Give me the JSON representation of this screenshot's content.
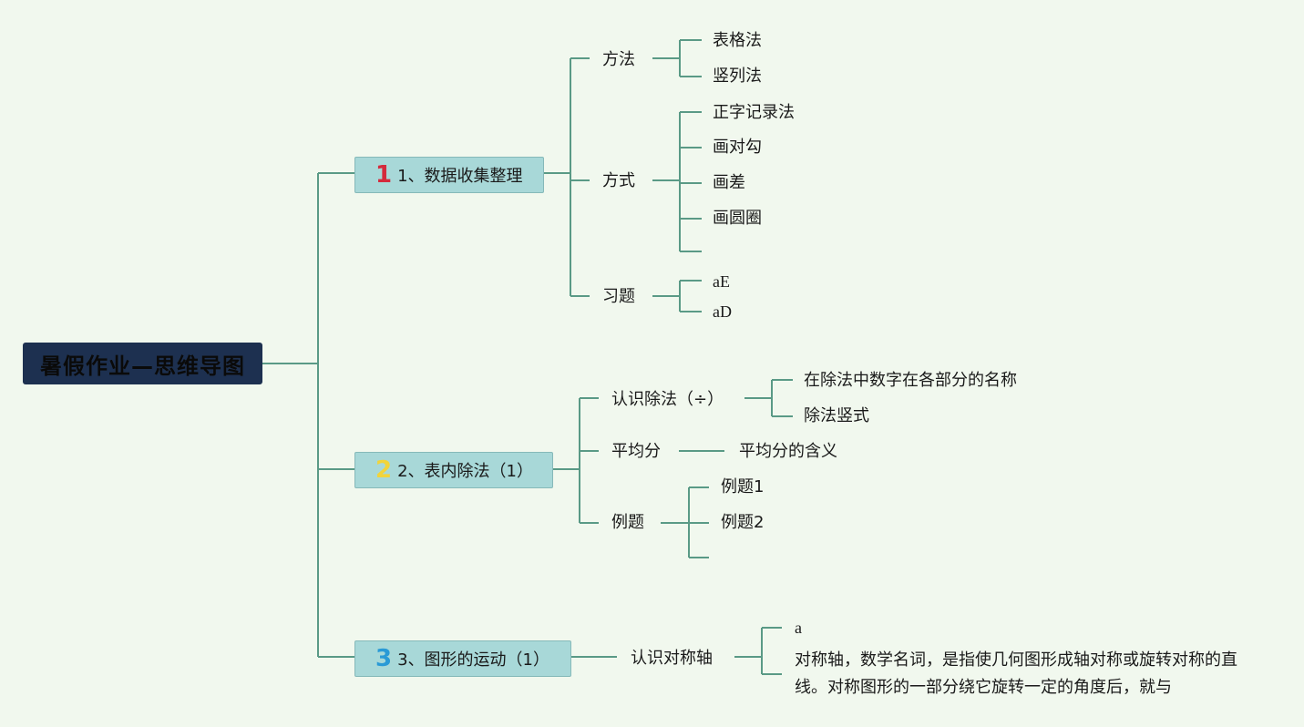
{
  "root": {
    "title": "暑假作业—思维导图"
  },
  "colors": {
    "line": "#5a9a86",
    "topic_bg": "#a8d8d8",
    "root_bg": "#1d3050",
    "num1": "#d42a3c",
    "num2": "#f2d43a",
    "num3": "#2a9ad6"
  },
  "topics": [
    {
      "number": "1",
      "label": "1、数据收集整理",
      "children": [
        {
          "label": "方法",
          "children": [
            "表格法",
            "竖列法"
          ]
        },
        {
          "label": "方式",
          "children": [
            "正字记录法",
            "画对勾",
            "画差",
            "画圆圈",
            ""
          ]
        },
        {
          "label": "习题",
          "children": [
            "aE",
            "aD"
          ]
        }
      ]
    },
    {
      "number": "2",
      "label": "2、表内除法（1）",
      "children": [
        {
          "label": "认识除法（÷）",
          "children": [
            "在除法中数字在各部分的名称",
            "除法竖式"
          ]
        },
        {
          "label": "平均分",
          "children": [
            "平均分的含义"
          ]
        },
        {
          "label": "例题",
          "children": [
            "例题1",
            "例题2",
            ""
          ]
        }
      ]
    },
    {
      "number": "3",
      "label": "3、图形的运动（1）",
      "children": [
        {
          "label": "认识对称轴",
          "children": [
            "a",
            "对称轴，数学名词，是指使几何图形成轴对称或旋转对称的直线。对称图形的一部分绕它旋转一定的角度后，就与"
          ]
        }
      ]
    }
  ]
}
